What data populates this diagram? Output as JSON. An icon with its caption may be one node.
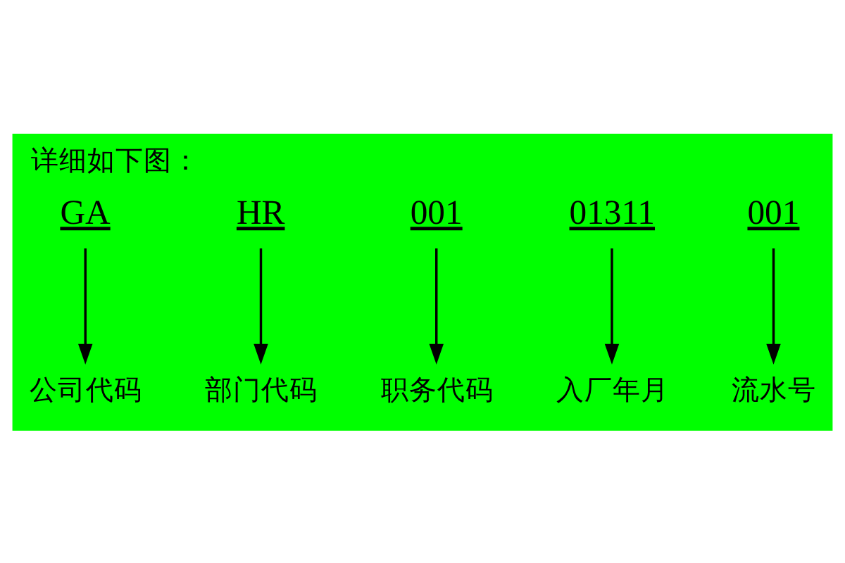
{
  "diagram": {
    "title": "详细如下图：",
    "nodes": [
      {
        "text": [
          "GA"
        ]
      },
      {
        "text": [
          "HR"
        ]
      },
      {
        "text": [
          "001"
        ]
      },
      {
        "text": [
          "01311"
        ]
      },
      {
        "text": [
          "001"
        ]
      },
      {
        "text": [
          "流水号"
        ]
      },
      {
        "text": [
          "入厂年月"
        ]
      },
      {
        "text": [
          "职务代码"
        ]
      },
      {
        "text": [
          "部门代码"
        ]
      },
      {
        "text": [
          "公司代码"
        ]
      }
    ],
    "edges": [
      {
        "from": 4,
        "to": 5,
        "arrow": "to"
      },
      {
        "from": 3,
        "to": 6,
        "arrow": "to"
      },
      {
        "from": 2,
        "to": 7,
        "arrow": "to"
      },
      {
        "from": 1,
        "to": 8,
        "arrow": "to"
      },
      {
        "from": 0,
        "to": 9,
        "arrow": "to"
      }
    ]
  }
}
